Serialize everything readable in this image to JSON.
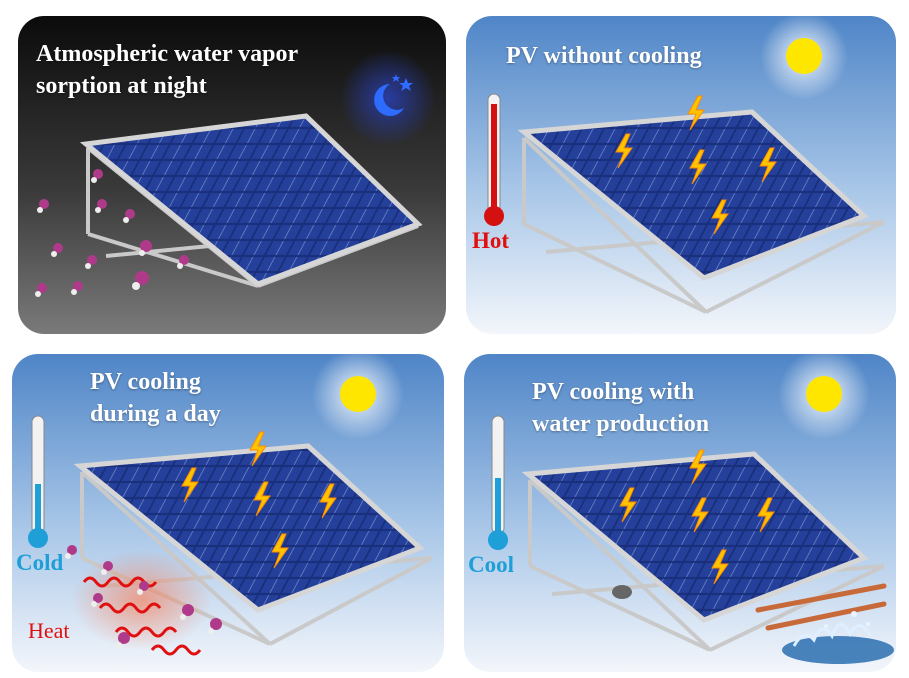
{
  "panels": [
    {
      "title_line1": "Atmospheric water vapor",
      "title_line2": "sorption at night"
    },
    {
      "title_line1": "PV without cooling",
      "label": "Hot"
    },
    {
      "title_line1": "PV cooling",
      "title_line2": "during a day",
      "label": "Cold",
      "label2": "Heat"
    },
    {
      "title_line1": "PV cooling with",
      "title_line2": "water production",
      "label": "Cool"
    }
  ],
  "colors": {
    "hot": "#e01010",
    "cold": "#1e9fd8",
    "heat": "#e01010",
    "panel_blue": "#1a2f7a",
    "sun": "#ffe600",
    "bolt": "#ffc400"
  },
  "icons": [
    "moon-icon",
    "star-icon",
    "sun-icon",
    "thermometer-icon",
    "lightning-bolt-icon",
    "water-molecule-icon",
    "heat-wave-icon",
    "water-splash-icon",
    "copper-pipe-icon"
  ]
}
